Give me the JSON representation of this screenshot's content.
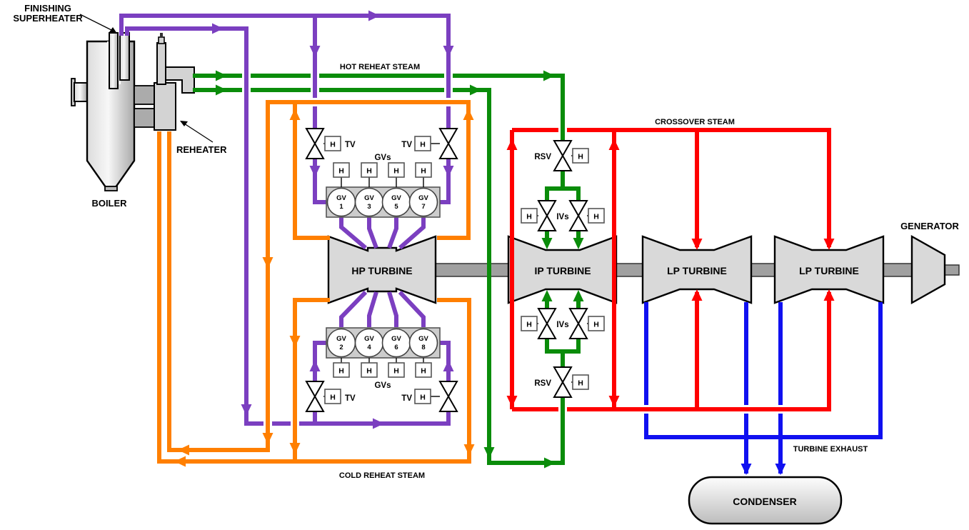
{
  "components": {
    "finishing_superheater_line1": "FINISHING",
    "finishing_superheater_line2": "SUPERHEATER",
    "reheater": "REHEATER",
    "boiler": "BOILER",
    "hp_turbine": "HP TURBINE",
    "ip_turbine": "IP TURBINE",
    "lp_turbine_a": "LP TURBINE",
    "lp_turbine_b": "LP TURBINE",
    "generator": "GENERATOR",
    "condenser": "CONDENSER"
  },
  "steam_lines": {
    "hot_reheat": "HOT REHEAT STEAM",
    "cold_reheat": "COLD REHEAT STEAM",
    "crossover": "CROSSOVER STEAM",
    "turbine_exhaust": "TURBINE EXHAUST"
  },
  "valves": {
    "throttle_valve": "TV",
    "governor_valves_group": "GVs",
    "reheat_stop_valve": "RSV",
    "intercept_valves": "IVs",
    "hydraulic_actuator": "H",
    "governor_valve_prefix": "GV",
    "top_governor_valve_numbers": [
      "1",
      "3",
      "5",
      "7"
    ],
    "bottom_governor_valve_numbers": [
      "2",
      "4",
      "6",
      "8"
    ]
  },
  "colors": {
    "main_steam": "#7B3FC0",
    "hot_reheat_steam": "#0A8C0A",
    "cold_reheat_steam": "#FF7F00",
    "crossover_steam": "#FF0000",
    "turbine_exhaust": "#1010F0",
    "turbine_fill": "#D9D9D9",
    "shaft_fill": "#A0A0A0",
    "chest_fill": "#CCCCCC",
    "outline": "#000000"
  }
}
